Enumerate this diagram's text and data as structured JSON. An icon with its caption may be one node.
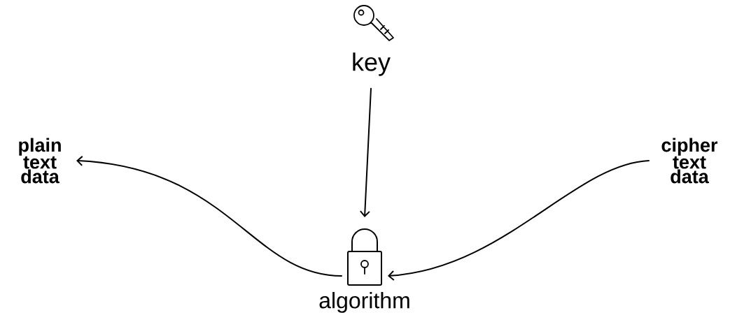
{
  "diagram": {
    "nodes": [
      {
        "text": [
          "key"
        ]
      },
      {
        "text": [
          "plain text data"
        ]
      },
      {
        "text": [],
        "shape": "padlock",
        "beside": [
          "algorithm"
        ]
      },
      {
        "text": [
          "cipher text data"
        ]
      }
    ],
    "edges": [
      {
        "from": 0,
        "to": 2,
        "arrow": "to"
      },
      {
        "from": 2,
        "to": 1,
        "arrow": "to"
      },
      {
        "from": 3,
        "to": 2,
        "arrow": "to"
      }
    ]
  }
}
